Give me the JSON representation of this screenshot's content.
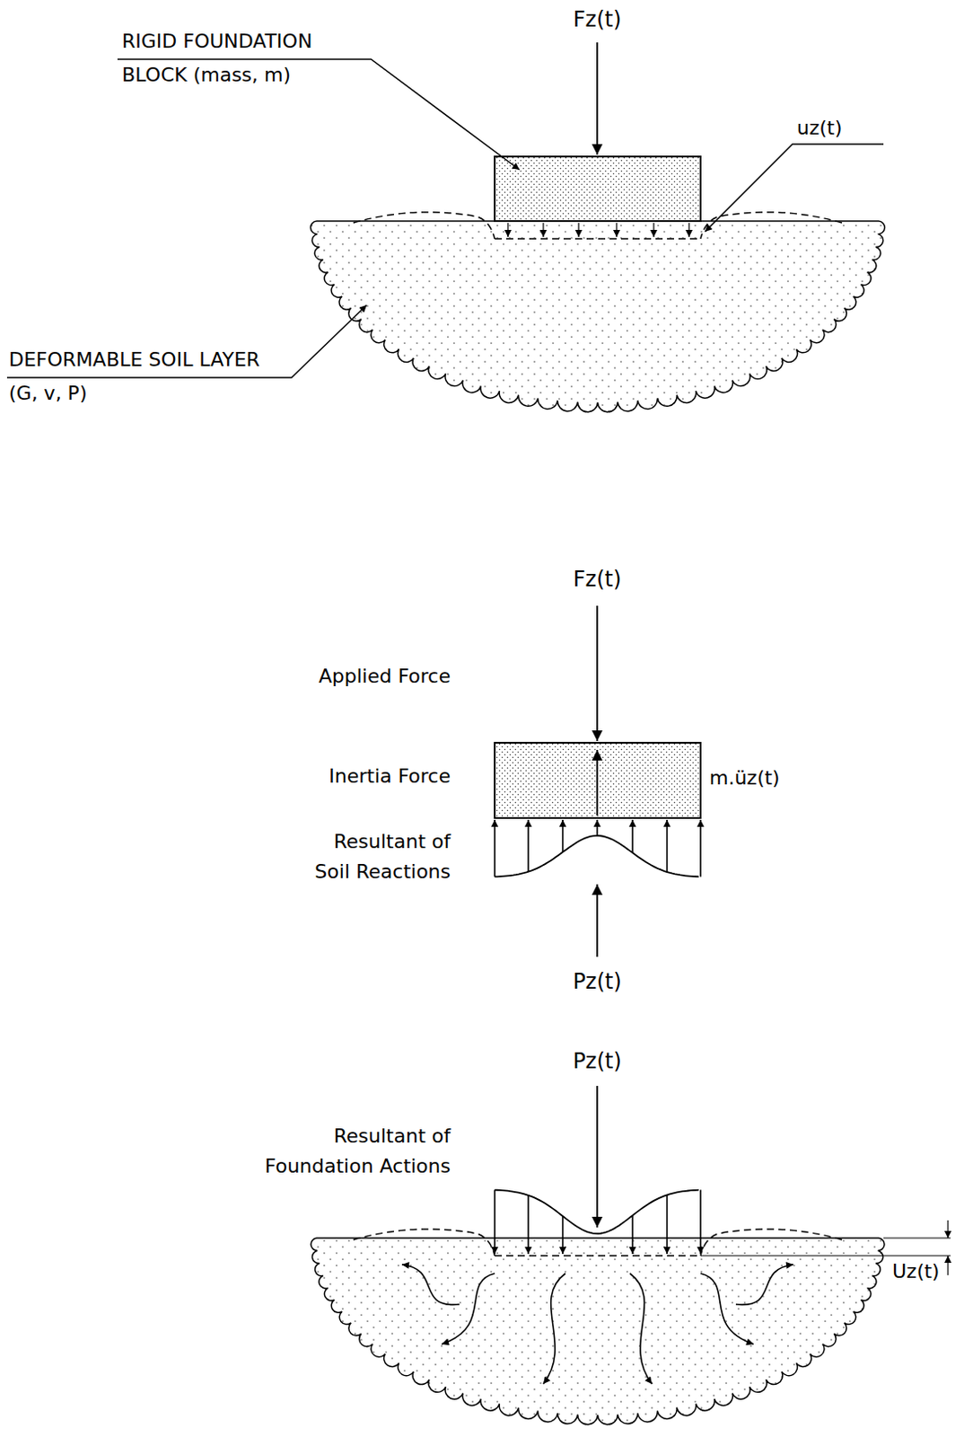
{
  "diagram": {
    "labels": [
      "Fz(t)",
      "RIGID FOUNDATION BLOCK (mass, m)",
      "uz(t)",
      "DEFORMABLE SOIL LAYER (G, v, P)",
      "Fz(t)",
      "Applied Force",
      "Inertia Force",
      "m.üz(t)",
      "Resultant of Soil Reactions",
      "Pz(t)",
      "Pz(t)",
      "Resultant of Foundation Actions",
      "Uz(t)"
    ]
  }
}
